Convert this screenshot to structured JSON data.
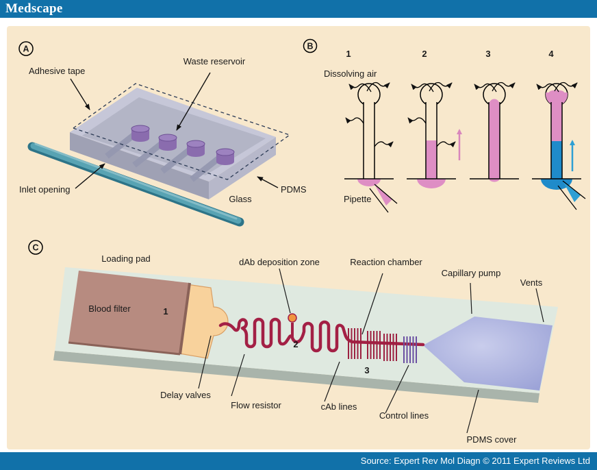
{
  "header": {
    "brand": "Medscape"
  },
  "footer": {
    "source_text": "Source: Expert Rev Mol Diagn © 2011 Expert Reviews Ltd"
  },
  "panel_a": {
    "tag": "A",
    "labels": {
      "adhesive_tape": "Adhesive tape",
      "waste_reservoir": "Waste reservoir",
      "inlet_opening": "Inlet opening",
      "pdms": "PDMS",
      "glass": "Glass"
    }
  },
  "panel_b": {
    "tag": "B",
    "step_1": "1",
    "step_2": "2",
    "step_3": "3",
    "step_4": "4",
    "labels": {
      "dissolving_air": "Dissolving air",
      "pipette": "Pipette"
    }
  },
  "panel_c": {
    "tag": "C",
    "zone_1": "1",
    "zone_2": "2",
    "zone_3": "3",
    "labels": {
      "loading_pad": "Loading pad",
      "dab_deposition_zone": "dAb deposition zone",
      "reaction_chamber": "Reaction chamber",
      "capillary_pump": "Capillary pump",
      "vents": "Vents",
      "blood_filter": "Blood filter",
      "delay_valves": "Delay valves",
      "flow_resistor": "Flow resistor",
      "cab_lines": "cAb lines",
      "control_lines": "Control lines",
      "pdms_cover": "PDMS cover"
    }
  },
  "colors": {
    "bar_blue": "#1171a9",
    "figure_bg": "#f8e8cc",
    "pdms_wall_gray": "#c6c7d8",
    "reservoir_purple": "#8a6cae",
    "glass_rod_teal": "#58a3b3",
    "liquid_pink": "#de8ec4",
    "liquid_blue": "#1f8bca",
    "channel_red": "#a32045",
    "control_line_purple": "#6a4fa2",
    "chip_green": "#dfe9e0",
    "pump_periwinkle": "#a8aedd",
    "blood_filter_mauve": "#b78b80",
    "loading_pad_orange": "#f8d29c",
    "dab_spot_orange": "#f0953f"
  }
}
